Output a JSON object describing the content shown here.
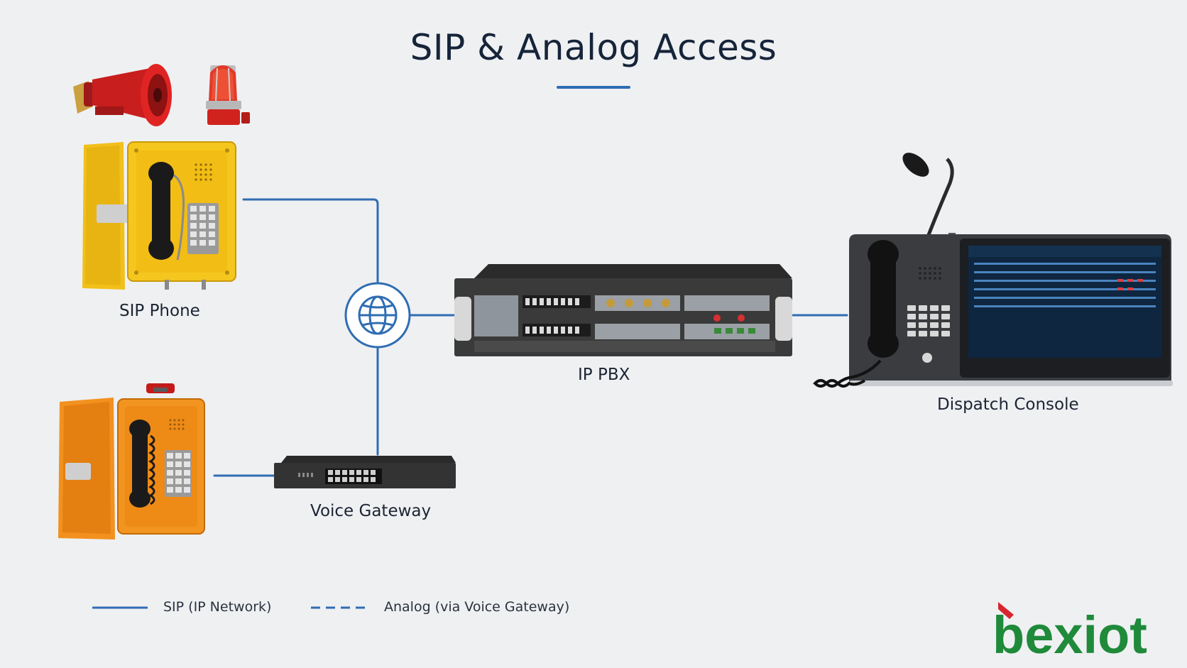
{
  "title": "SIP & Analog Access",
  "nodes": {
    "sip_phone": "SIP Phone",
    "ip_pbx": "IP PBX",
    "dispatch_console": "Dispatch Console",
    "voice_gateway": "Voice Gateway"
  },
  "legend": {
    "sip": "SIP (IP Network)",
    "analog": "Analog (via Voice Gateway)"
  },
  "logo_text": "bexiot",
  "colors": {
    "line": "#2f6db3",
    "title_accent": "#2f6db3",
    "logo_red": "#d8262e",
    "logo_green": "#1f8a3a",
    "yellow_phone": "#f2c318",
    "orange_phone": "#f08c1c"
  },
  "icons": [
    "horn-speaker-icon",
    "beacon-light-icon",
    "globe-icon"
  ]
}
